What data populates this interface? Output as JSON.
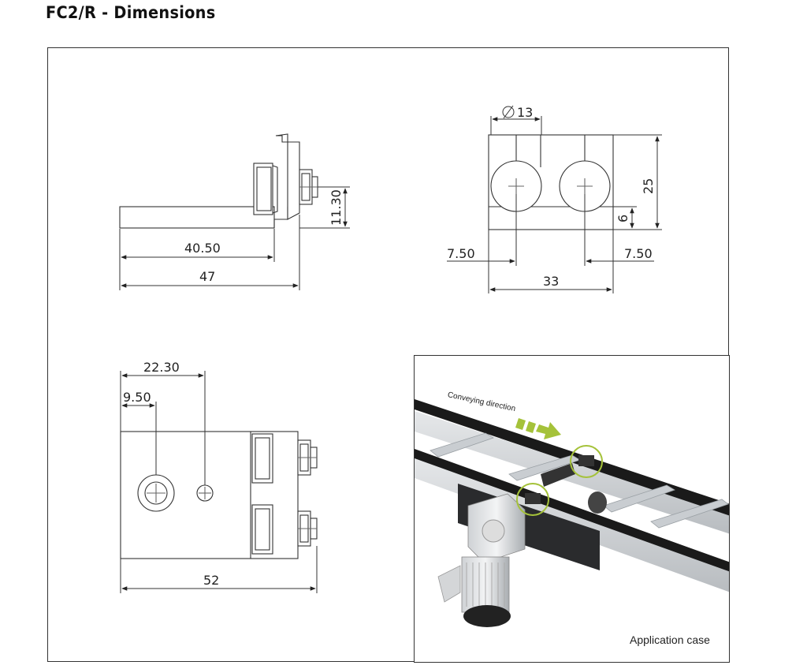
{
  "header": {
    "title": "FC2/R - Dimensions"
  },
  "dimensions": {
    "side_view": {
      "horizontal_short": "40.50",
      "horizontal_long": "47",
      "vertical": "11.30"
    },
    "front_view": {
      "diameter": "13",
      "height": "25",
      "offset_height": "6",
      "left_offset": "7.50",
      "right_offset": "7.50",
      "width": "33"
    },
    "top_view": {
      "hole_far": "22.30",
      "hole_near": "9.50",
      "width": "52"
    }
  },
  "application": {
    "caption": "Application case",
    "conveying_label": "Conveying direction",
    "accent_color": "#a5c23a",
    "rail_color": "#1a1a1a"
  }
}
